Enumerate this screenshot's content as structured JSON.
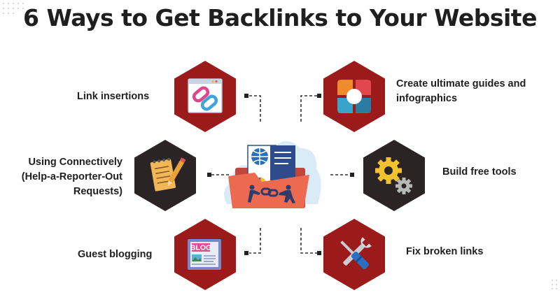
{
  "title": "6 Ways to Get Backlinks to Your Website",
  "colors": {
    "hex_red": "#9b1b1b",
    "hex_dark": "#2b2424",
    "connector": "#333333",
    "text": "#1f1f1f"
  },
  "items": [
    {
      "label_line1": "Link insertions",
      "icon": "chain-link-icon"
    },
    {
      "label_line1": "Create ultimate guides and",
      "label_line2": "infographics",
      "icon": "color-wheel-icon"
    },
    {
      "label_line1": "Using Connectively",
      "label_line2": "(Help-a-Reporter-Out",
      "label_line3": "Requests)",
      "icon": "notepad-pencil-icon"
    },
    {
      "label_line1": "Build free tools",
      "icon": "gears-icon"
    },
    {
      "label_line1": "Guest blogging",
      "icon": "blog-page-icon",
      "icon_text": "BLOG"
    },
    {
      "label_line1": "Fix broken links",
      "icon": "wrench-screwdriver-icon"
    }
  ],
  "center_icon": "folder-backlinks-illustration"
}
